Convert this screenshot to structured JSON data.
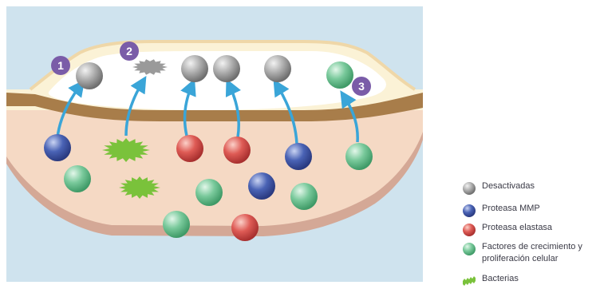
{
  "colors": {
    "sky": "#cfe3ee",
    "tissue": "#f5d9c4",
    "tissue_edge": "#d4a896",
    "dermis_band": "#a87d4a",
    "cream_skin": "#fbf2d6",
    "wound_space": "#ffffff",
    "arrow": "#3aa5d8",
    "badge": "#7a5ca8",
    "inactive": "#9a9a9a",
    "mmp": "#3f58a8",
    "elastase": "#d9514e",
    "growth": "#6ec394",
    "bacteria": "#7ac23b"
  },
  "badges": [
    "1",
    "2",
    "3"
  ],
  "legend": [
    {
      "key": "inactive",
      "icon": "ball-icon",
      "label": "Desactivadas"
    },
    {
      "key": "mmp",
      "icon": "ball-icon",
      "label": "Proteasa MMP"
    },
    {
      "key": "elastase",
      "icon": "ball-icon",
      "label": "Proteasa elastasa"
    },
    {
      "key": "growth",
      "icon": "ball-icon",
      "label": "Factores de crecimiento y proliferación celular"
    },
    {
      "key": "bacteria",
      "icon": "bacteria-icon",
      "label": "Bacterias"
    }
  ]
}
